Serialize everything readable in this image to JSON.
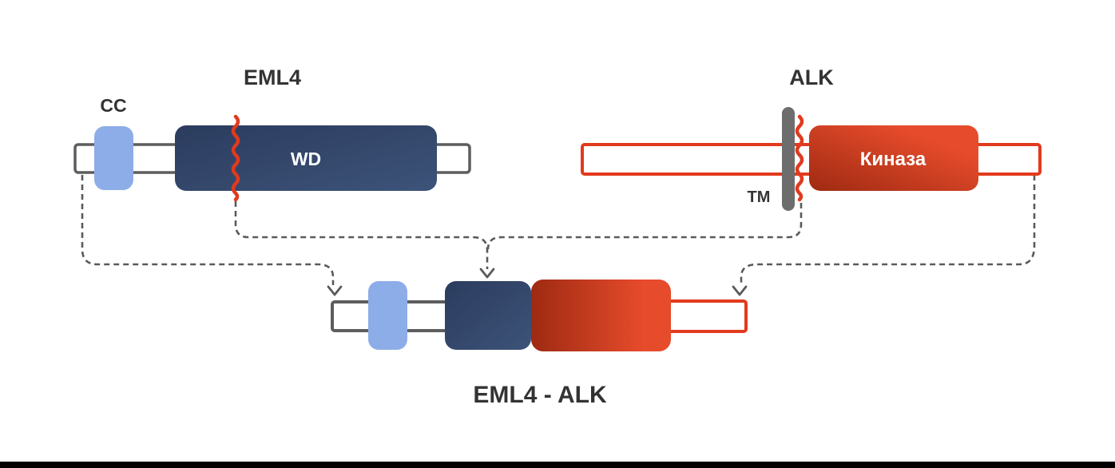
{
  "diagram": {
    "eml4": {
      "title": "EML4",
      "cc_label": "CC",
      "wd_label": "WD"
    },
    "alk": {
      "title": "ALK",
      "tm_label": "ТМ",
      "kinase_label": "Киназа"
    },
    "fusion": {
      "title": "EML4 - ALK"
    }
  },
  "colors": {
    "text": "#333333",
    "white_text": "#ffffff",
    "light_blue": "#8dade8",
    "navy_dark": "#2b3c5e",
    "navy_light": "#3d5379",
    "red_dark": "#9e2a12",
    "red_bright": "#e64b2b",
    "red_stroke": "#e23a1d",
    "gray_stroke": "#5d5d5d",
    "tm_gray": "#6d6d6d",
    "dash_gray": "#5a5a5a",
    "squiggle_red": "#e03a1f",
    "footer_bar": "#000000"
  }
}
